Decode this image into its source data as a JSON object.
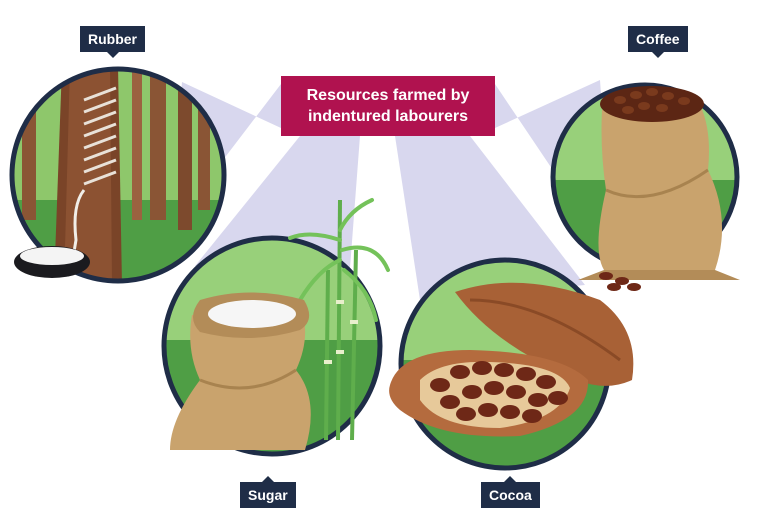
{
  "title": {
    "line1": "Resources farmed by",
    "line2": "indentured labourers"
  },
  "resources": [
    {
      "label": "Rubber"
    },
    {
      "label": "Coffee"
    },
    {
      "label": "Sugar"
    },
    {
      "label": "Cocoa"
    }
  ],
  "colors": {
    "title_bg": "#b0124f",
    "label_bg": "#1f2d47",
    "beam": "#d8d7ee",
    "circle_border": "#1f2d47",
    "grass": "#4f9e45",
    "sack": "#c9a36d",
    "cocoa_pod": "#a86136",
    "beans": "#6e2817"
  }
}
